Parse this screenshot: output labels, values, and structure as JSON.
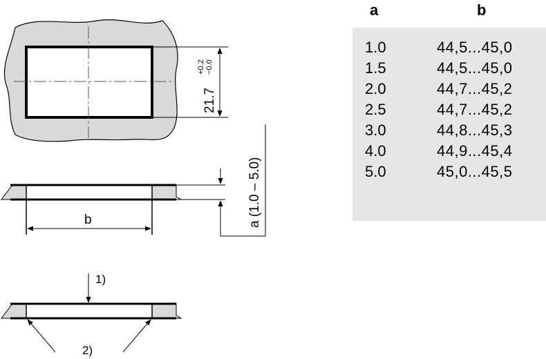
{
  "drawing": {
    "dimension_main": "21.7",
    "tolerance_upper": "+0.2",
    "tolerance_lower": "−0.0",
    "dimension_a": "a (1.0 – 5.0)",
    "label_b": "b",
    "note_1": "1)",
    "note_2": "2)",
    "fill_color": "#d9d9d9"
  },
  "table": {
    "headers": {
      "a": "a",
      "b": "b"
    },
    "rows": [
      {
        "a": "1.0",
        "b": "44,5...45,0"
      },
      {
        "a": "1.5",
        "b": "44,5...45,0"
      },
      {
        "a": "2.0",
        "b": "44,7...45,2"
      },
      {
        "a": "2.5",
        "b": "44,7...45,2"
      },
      {
        "a": "3.0",
        "b": "44,8...45,3"
      },
      {
        "a": "4.0",
        "b": "44,9...45,4"
      },
      {
        "a": "5.0",
        "b": "45,0...45,5"
      }
    ],
    "background": "#e6e6e6"
  }
}
